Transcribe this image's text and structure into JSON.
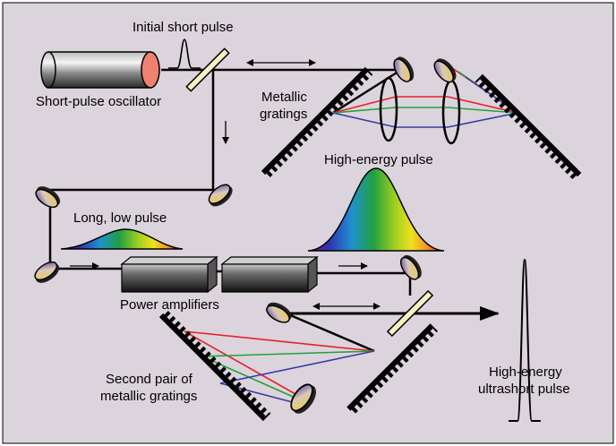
{
  "colors": {
    "background": "#dcd4dc",
    "border": "#000000",
    "beam": "#000000",
    "beam_red": "#e8202a",
    "beam_green": "#1fa23a",
    "beam_blue": "#3a3aa8",
    "oscillator_face": "#f08070"
  },
  "labels": {
    "initial_pulse": "Initial short pulse",
    "oscillator": "Short-pulse oscillator",
    "metallic_gratings_1": "Metallic",
    "metallic_gratings_2": "gratings",
    "high_energy_pulse": "High-energy pulse",
    "long_low_pulse": "Long, low pulse",
    "power_amplifiers": "Power amplifiers",
    "second_pair_1": "Second pair of",
    "second_pair_2": "metallic gratings",
    "output_1": "High-energy",
    "output_2": "ultrashort pulse"
  },
  "icons": [
    "oscillator-cylinder-icon",
    "mirror-icon",
    "grating-icon",
    "lens-icon",
    "beam-splitter-icon",
    "amplifier-box-icon",
    "spectral-pulse-icon",
    "gaussian-pulse-icon"
  ]
}
